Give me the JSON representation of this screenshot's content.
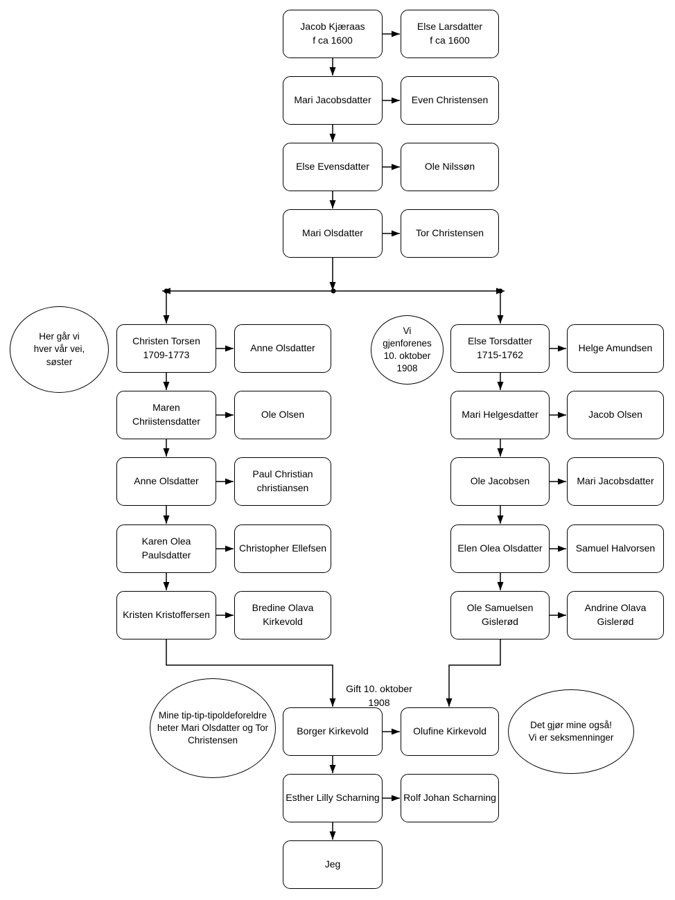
{
  "colors": {
    "stroke": "#000000",
    "background": "#ffffff",
    "text": "#000000"
  },
  "chain_top": [
    {
      "person": "Jacob Kjæraas\nf ca 1600",
      "spouse": "Else Larsdatter\nf ca 1600"
    },
    {
      "person": "Mari Jacobsdatter",
      "spouse": "Even Christensen"
    },
    {
      "person": "Else Evensdatter",
      "spouse": "Ole Nilssøn"
    },
    {
      "person": "Mari Olsdatter",
      "spouse": "Tor Christensen"
    }
  ],
  "left_branch": [
    {
      "person": "Christen Torsen\n1709-1773",
      "spouse": "Anne Olsdatter"
    },
    {
      "person": "Maren\nChriistensdatter",
      "spouse": "Ole Olsen"
    },
    {
      "person": "Anne Olsdatter",
      "spouse": "Paul Christian\nchristiansen"
    },
    {
      "person": "Karen Olea\nPaulsdatter",
      "spouse": "Christopher Ellefsen"
    },
    {
      "person": "Kristen Kristoffersen",
      "spouse": "Bredine Olava\nKirkevold"
    }
  ],
  "right_branch": [
    {
      "person": "Else Torsdatter\n1715-1762",
      "spouse": "Helge Amundsen"
    },
    {
      "person": "Mari Helgesdatter",
      "spouse": "Jacob Olsen"
    },
    {
      "person": "Ole Jacobsen",
      "spouse": "Mari Jacobsdatter"
    },
    {
      "person": "Elen Olea Olsdatter",
      "spouse": "Samuel Halvorsen"
    },
    {
      "person": "Ole Samuelsen\nGislerød",
      "spouse": "Andrine Olava\nGislerød"
    }
  ],
  "bottom_chain": [
    {
      "person": "Borger Kirkevold",
      "spouse": "Olufine Kirkevold"
    },
    {
      "person": "Esther Lilly Scharning",
      "spouse": "Rolf Johan Scharning"
    },
    {
      "person": "Jeg"
    }
  ],
  "annotations": {
    "marriage_label": "Gift 10. oktober\n1908",
    "speech_left": "Her går vi\nhver vår vei,\nsøster",
    "speech_middle": "Vi\ngjenforenes\n10. oktober\n1908",
    "speech_bottom_left": "Mine tip-tip-tipoldeforeldre\nheter Mari Olsdatter og Tor\nChristensen",
    "speech_bottom_right": "Det gjør mine også!\nVi er seksmenninger"
  }
}
